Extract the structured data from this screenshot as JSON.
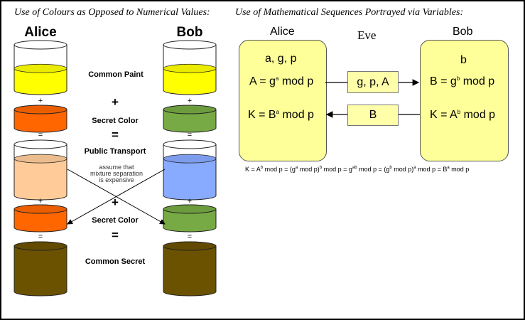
{
  "left_caption": "Use of Colours as Opposed to Numerical Values:",
  "right_caption": "Use of Mathematical Sequences Portrayed via Variables:",
  "paint": {
    "alice": "Alice",
    "bob": "Bob",
    "common_paint": "Common Paint",
    "plus": "+",
    "equals": "=",
    "secret_color": "Secret Color",
    "public_transport": "Public Transport",
    "note_line1": "assume that",
    "note_line2": "mixture separation",
    "note_line3": "is expensive",
    "common_secret": "Common Secret",
    "colors": {
      "yellow": "#ffff00",
      "alice_secret": "#ff6600",
      "bob_secret": "#77aa44",
      "alice_mix": "#ffcc99",
      "bob_mix": "#88aaff",
      "common": "#6b5200"
    }
  },
  "math": {
    "alice": "Alice",
    "eve": "Eve",
    "bob": "Bob",
    "alice_params": "a, g, p",
    "alice_A": {
      "pre": "A = g",
      "exp": "a",
      "post": " mod p"
    },
    "alice_K": {
      "pre": "K = B",
      "exp": "a",
      "post": " mod p"
    },
    "bob_param": "b",
    "bob_B": {
      "pre": "B = g",
      "exp": "b",
      "post": " mod p"
    },
    "bob_K": {
      "pre": "K = A",
      "exp": "b",
      "post": " mod p"
    },
    "msg_to_bob": "g, p, A",
    "msg_to_alice": "B",
    "equation": [
      {
        "t": "K = A"
      },
      {
        "s": "b"
      },
      {
        "t": " mod p = (g"
      },
      {
        "s": "a"
      },
      {
        "t": " mod p)"
      },
      {
        "s": "b"
      },
      {
        "t": " mod p = g"
      },
      {
        "s": "ab"
      },
      {
        "t": " mod p = (g"
      },
      {
        "s": "b"
      },
      {
        "t": " mod p)"
      },
      {
        "s": "a"
      },
      {
        "t": " mod p = B"
      },
      {
        "s": "a"
      },
      {
        "t": " mod p"
      }
    ],
    "box_color": "#ffff99"
  }
}
